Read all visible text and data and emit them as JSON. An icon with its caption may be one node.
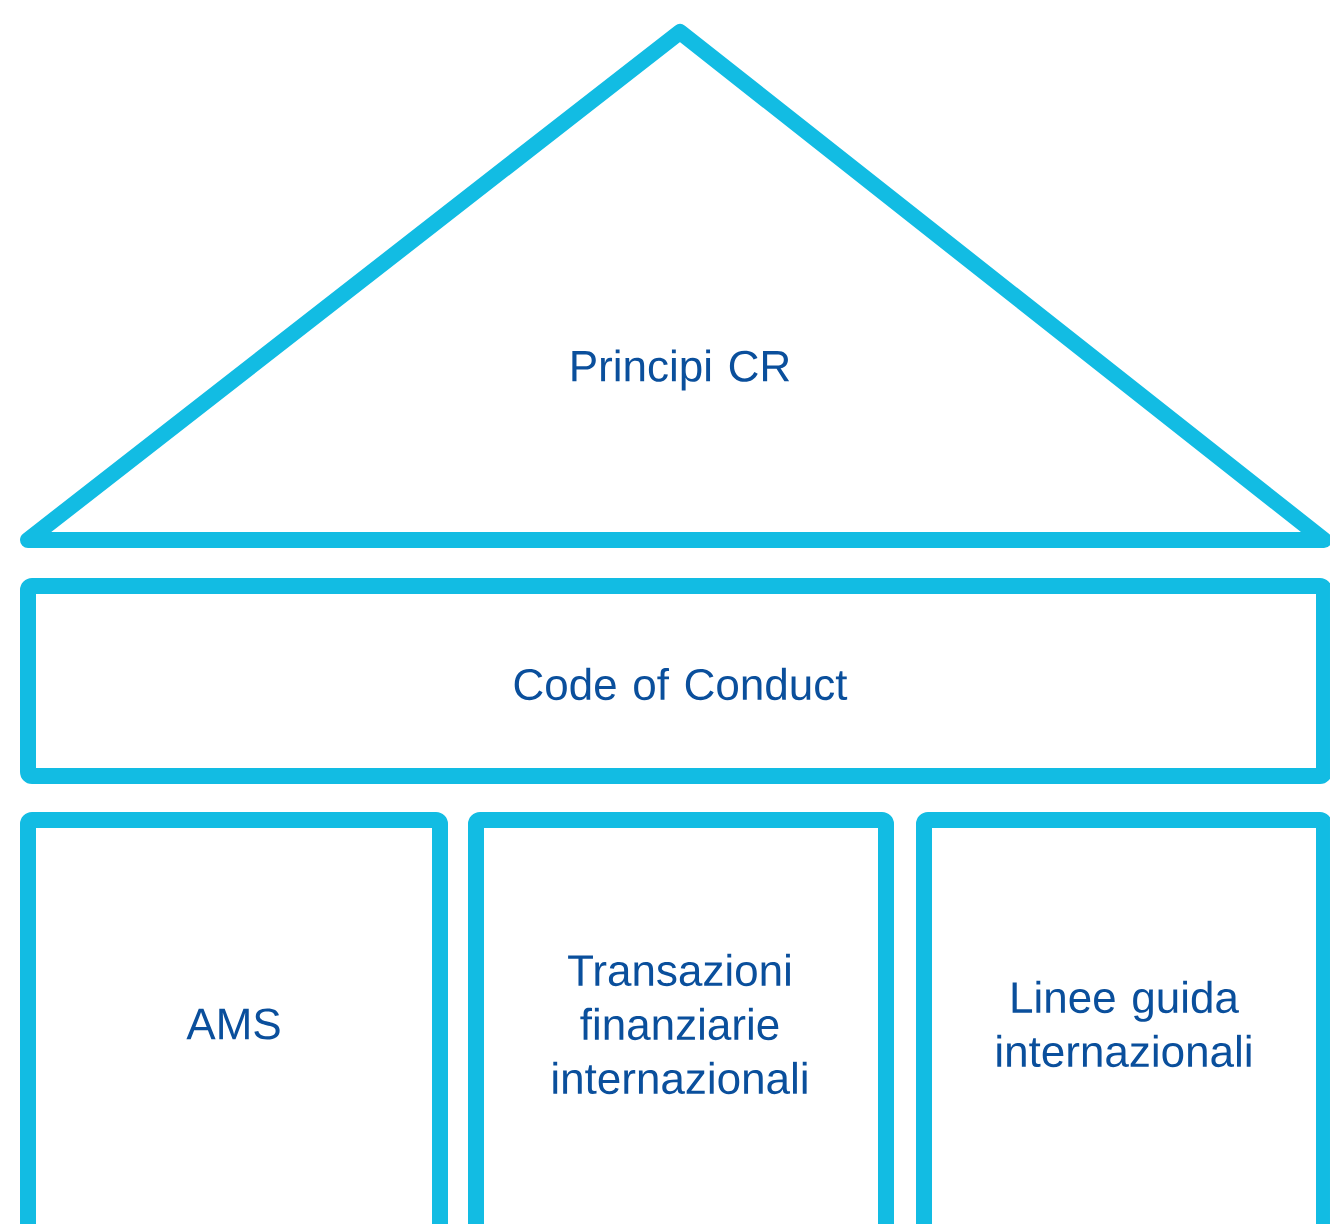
{
  "diagram": {
    "nodes": [
      {
        "text": [
          "Principi CR"
        ]
      },
      {
        "text": [
          "Code of Conduct"
        ]
      },
      {
        "text": [
          "AMS"
        ]
      },
      {
        "text": [
          "Transazioni finanziarie internazionali"
        ]
      },
      {
        "text": [
          "Linee guida internazionali"
        ]
      }
    ]
  }
}
